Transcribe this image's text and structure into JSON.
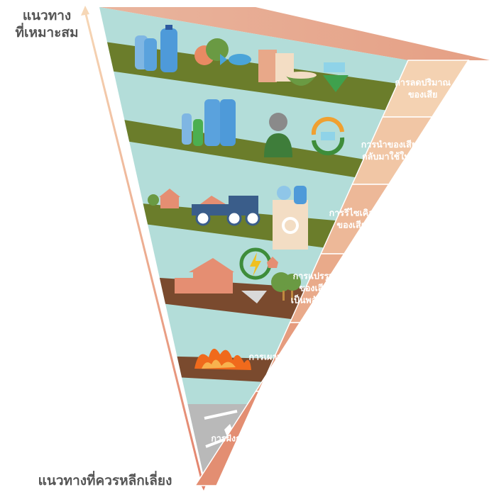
{
  "axis": {
    "top_label": [
      "แนวทาง",
      "ที่เหมาะสม"
    ],
    "bottom_label": "แนวทางที่ควรหลีกเลี่ยง"
  },
  "levels": [
    {
      "lines": [
        "การลดปริมาณ",
        "ของเสีย"
      ],
      "color": "#f4d2b2"
    },
    {
      "lines": [
        "การนำของเสีย",
        "กลับมาใช้ใหม่"
      ],
      "color": "#f1c6a5"
    },
    {
      "lines": [
        "การรีไซเคิล",
        "ของเสีย"
      ],
      "color": "#edb898"
    },
    {
      "lines": [
        "การแปรรูป",
        "ของเสีย",
        "เป็นพลังงาน"
      ],
      "color": "#e9aa8a"
    },
    {
      "lines": [
        "การเผาทำลาย"
      ],
      "color": "#e69c7e"
    },
    {
      "lines": [
        "การฝังกลบ"
      ],
      "color": "#e38e72"
    }
  ],
  "colors": {
    "arrow_top": "#f6d7b6",
    "arrow_bottom": "#e3836c",
    "sky": "#b3ddd9",
    "green_ground": "#6b7d2b",
    "brown_ground": "#7a4a2e",
    "gray_ground": "#b9b9b9",
    "top_edge": "#e59f84"
  }
}
